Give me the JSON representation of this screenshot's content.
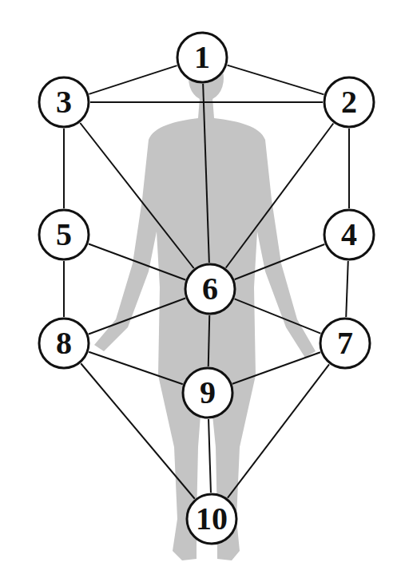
{
  "diagram": {
    "nodes": [
      {
        "text": [
          "1"
        ]
      },
      {
        "text": [
          "3"
        ]
      },
      {
        "text": [
          "2"
        ]
      },
      {
        "text": [
          "5"
        ]
      },
      {
        "text": [
          "4"
        ]
      },
      {
        "text": [
          "6"
        ]
      },
      {
        "text": [
          "8"
        ]
      },
      {
        "text": [
          "7"
        ]
      },
      {
        "text": [
          "9"
        ]
      },
      {
        "text": [
          "10"
        ]
      }
    ],
    "edges": [
      {
        "from": 0,
        "to": 1,
        "arrow": "none"
      },
      {
        "from": 0,
        "to": 2,
        "arrow": "none"
      },
      {
        "from": 1,
        "to": 2,
        "arrow": "none"
      },
      {
        "from": 0,
        "to": 5,
        "arrow": "none"
      },
      {
        "from": 1,
        "to": 5,
        "arrow": "none"
      },
      {
        "from": 2,
        "to": 5,
        "arrow": "none"
      },
      {
        "from": 1,
        "to": 3,
        "arrow": "none"
      },
      {
        "from": 2,
        "to": 4,
        "arrow": "none"
      },
      {
        "from": 3,
        "to": 5,
        "arrow": "none"
      },
      {
        "from": 4,
        "to": 5,
        "arrow": "none"
      },
      {
        "from": 3,
        "to": 6,
        "arrow": "none"
      },
      {
        "from": 4,
        "to": 7,
        "arrow": "none"
      },
      {
        "from": 6,
        "to": 5,
        "arrow": "none"
      },
      {
        "from": 7,
        "to": 5,
        "arrow": "none"
      },
      {
        "from": 5,
        "to": 8,
        "arrow": "none"
      },
      {
        "from": 6,
        "to": 8,
        "arrow": "none"
      },
      {
        "from": 7,
        "to": 8,
        "arrow": "none"
      },
      {
        "from": 6,
        "to": 9,
        "arrow": "none"
      },
      {
        "from": 7,
        "to": 9,
        "arrow": "none"
      },
      {
        "from": 8,
        "to": 9,
        "arrow": "none"
      }
    ]
  }
}
